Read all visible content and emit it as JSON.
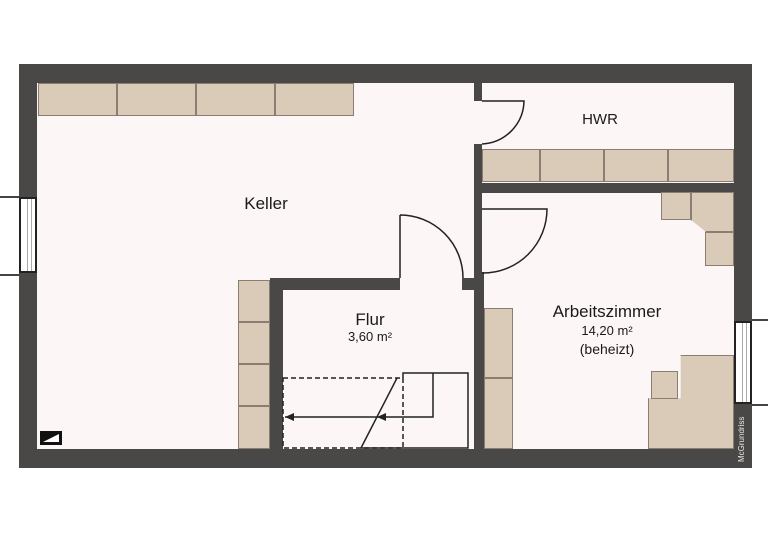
{
  "floorplan": {
    "colors": {
      "wall": "#4a4747",
      "floor": "#fdf6f6",
      "cabinet": "#d9cbb8",
      "cabinet_border": "#8a7e72"
    },
    "rooms": [
      {
        "id": "keller",
        "name": "Keller"
      },
      {
        "id": "hwr",
        "name": "HWR"
      },
      {
        "id": "flur",
        "name": "Flur",
        "area": "3,60 m²"
      },
      {
        "id": "arbeitszimmer",
        "name": "Arbeitszimmer",
        "area": "14,20 m²",
        "note": "(beheizt)"
      }
    ],
    "watermark": "McGrundriss"
  }
}
